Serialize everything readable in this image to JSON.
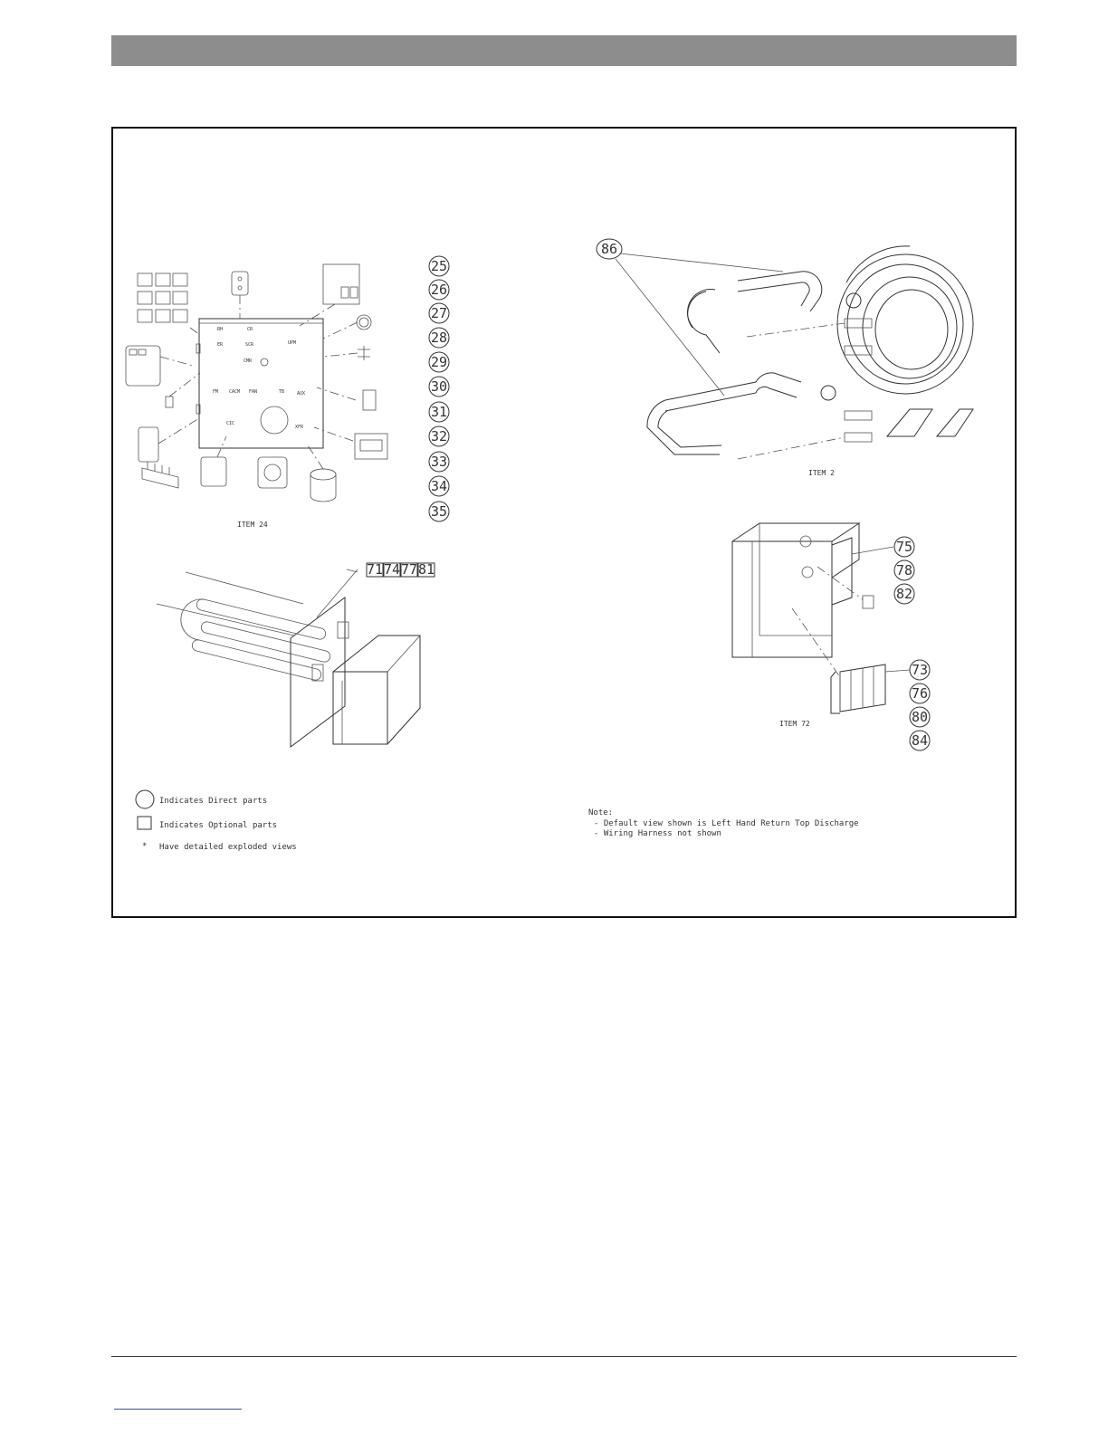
{
  "left_callouts": [
    "25",
    "26",
    "27",
    "28",
    "29",
    "30",
    "31",
    "32",
    "33",
    "34",
    "35"
  ],
  "coil_callout": "86",
  "heater_callouts": [
    "71",
    "74",
    "77",
    "81"
  ],
  "box_callouts_upper": [
    "75",
    "78",
    "82"
  ],
  "box_callouts_lower": [
    "73",
    "76",
    "80",
    "84"
  ],
  "panel_labels": [
    "RH",
    "CR",
    "ER",
    "SCR",
    "CMR",
    "UPM",
    "FM",
    "CACM",
    "FAN",
    "TB",
    "AUX",
    "CIC",
    "XFR"
  ],
  "item_labels": {
    "item_24": "ITEM 24",
    "item_2": "ITEM 2",
    "item_72": "ITEM 72"
  },
  "legend": {
    "direct": "Indicates Direct parts",
    "optional": "Indicates Optional parts",
    "exploded_mark": "*",
    "exploded": "Have detailed exploded views"
  },
  "note": {
    "title": "Note:",
    "lines": [
      "- Default view shown is Left Hand Return Top Discharge",
      "- Wiring Harness not shown"
    ]
  }
}
